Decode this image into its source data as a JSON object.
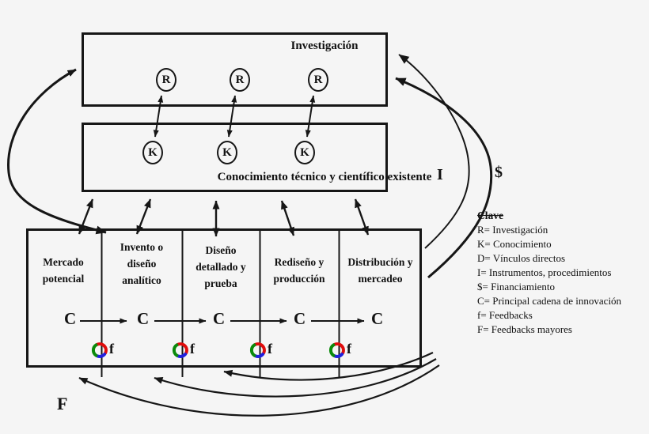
{
  "research_box": {
    "title": "Investigación",
    "node_label": "R"
  },
  "knowledge_box": {
    "label": "Conocimiento técnico y científico existente",
    "node_label": "K"
  },
  "chain": {
    "stages": [
      "Mercado potencial",
      "Invento o diseño analítico",
      "Diseño detallado y prueba",
      "Rediseño y producción",
      "Distribución y mercadeo"
    ],
    "link_label": "C",
    "feedback_label": "f"
  },
  "annotations": {
    "instruments": "I",
    "financing": "$",
    "major_feedback": "F"
  },
  "legend": {
    "title": "Clave",
    "entries": [
      "R= Investigación",
      "K= Conocimiento",
      "D= Vínculos directos",
      "I= Instrumentos, procedimientos",
      "$= Financiamiento",
      "C= Principal cadena de innovación",
      "f= Feedbacks",
      "F= Feedbacks mayores"
    ]
  },
  "colors": {
    "ink": "#161616",
    "feedback_red": "#df0d0d",
    "feedback_green": "#0b8a0b",
    "feedback_blue": "#2020dd"
  }
}
